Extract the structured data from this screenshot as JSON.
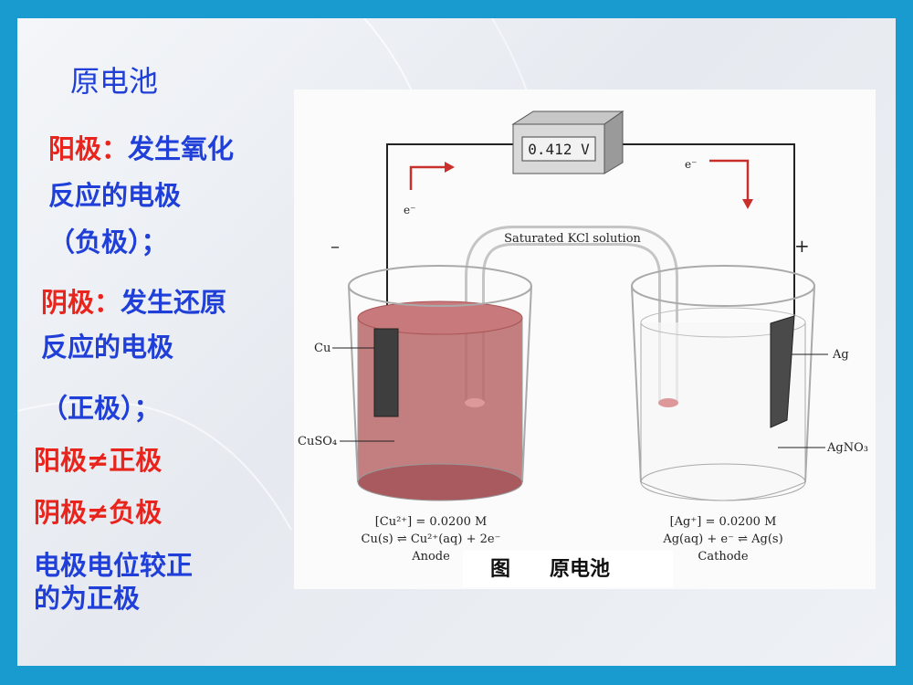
{
  "slide": {
    "title": "原电池",
    "anode_def": {
      "label": "阳极：",
      "line1_rest": "发生氧化",
      "line2": "反应的电极",
      "line3": "（负极）；"
    },
    "cathode_def": {
      "label": "阴极：",
      "line1_rest": "发生还原",
      "line2": "反应的电极",
      "line3": "（正极）；"
    },
    "neq1": "阳极≠正极",
    "neq2": "阴极≠负极",
    "rule_line1": "电极电位较正",
    "rule_line2": "的为正极"
  },
  "figure": {
    "voltmeter": "0.412 V",
    "electron_left": "e⁻",
    "electron_right": "e⁻",
    "minus": "–",
    "plus": "+",
    "salt_bridge": "Saturated KCl solution",
    "cu_label": "Cu",
    "cuso4_label": "CuSO₄",
    "ag_label": "Ag",
    "agno3_label": "AgNO₃",
    "anode_conc": "[Cu²⁺] = 0.0200 M",
    "anode_reaction": "Cu(s) ⇌ Cu²⁺(aq) + 2e⁻",
    "anode_name": "Anode",
    "cathode_conc": "[Ag⁺] = 0.0200 M",
    "cathode_reaction": "Ag(aq) + e⁻ ⇌ Ag(s)",
    "cathode_name": "Cathode",
    "caption_prefix": "图",
    "caption": "原电池"
  },
  "colors": {
    "frame": "#1a9bd0",
    "text_blue": "#1f3fd8",
    "text_red": "#e8241c",
    "solution_cu": "#b9676a"
  }
}
